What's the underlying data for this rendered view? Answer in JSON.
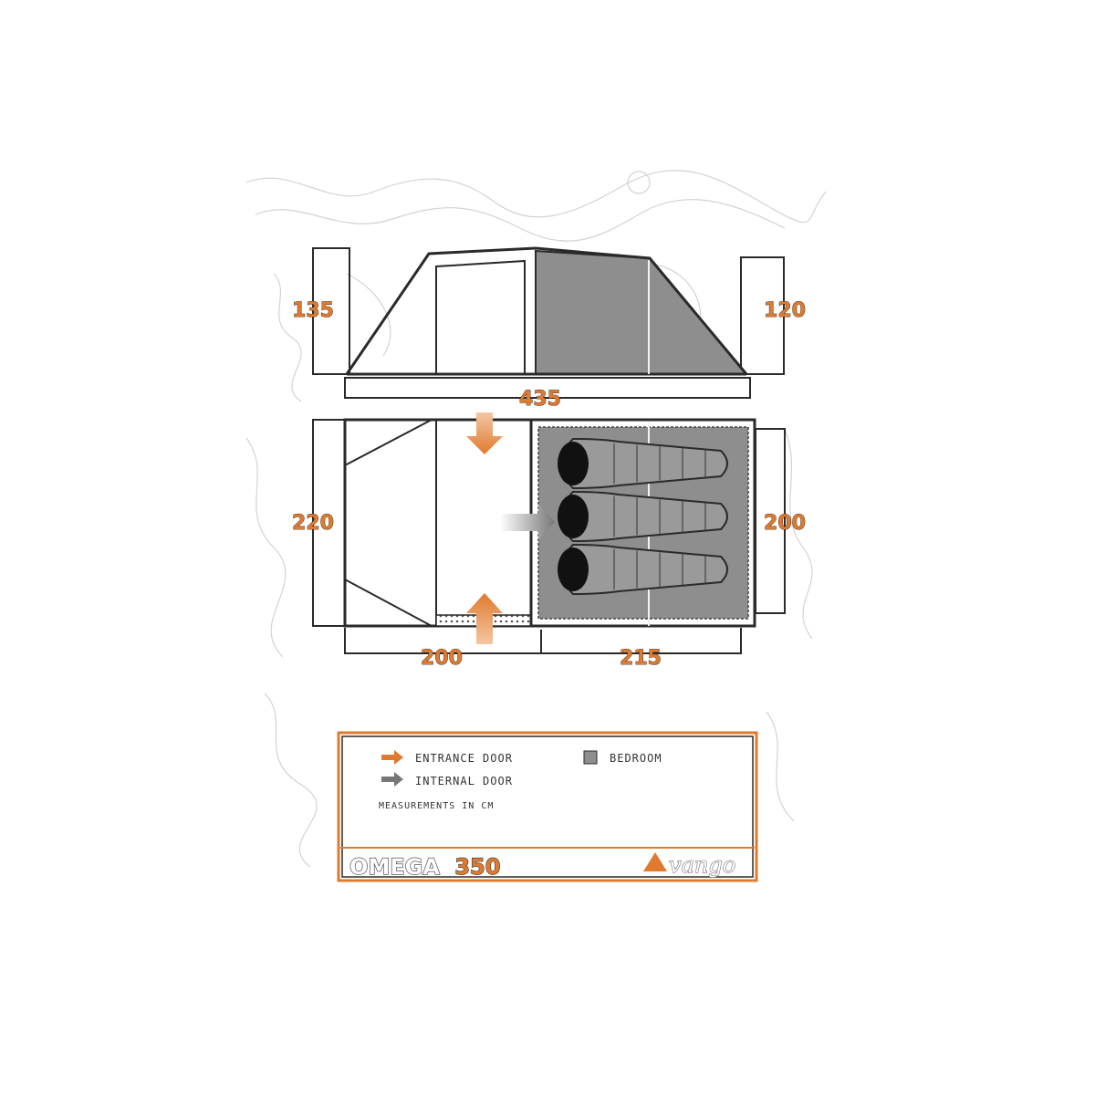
{
  "diagram": {
    "side_view": {
      "height_left": "135",
      "height_right": "120"
    },
    "plan_view": {
      "overall_length": "435",
      "width_left": "220",
      "width_right": "200",
      "living_length": "200",
      "bedroom_length": "215",
      "sleeping_bags": 3
    }
  },
  "legend": {
    "entrance_door": "ENTRANCE DOOR",
    "internal_door": "INTERNAL DOOR",
    "bedroom": "BEDROOM",
    "measurements_note": "MEASUREMENTS IN CM"
  },
  "footer": {
    "model_name": "OMEGA",
    "model_number": "350",
    "brand": "vango"
  },
  "colors": {
    "accent_orange": "#e07a2e",
    "bedroom_grey": "#8e8e8e",
    "outline": "#2a2a2a",
    "internal_door_grey": "#888888"
  }
}
